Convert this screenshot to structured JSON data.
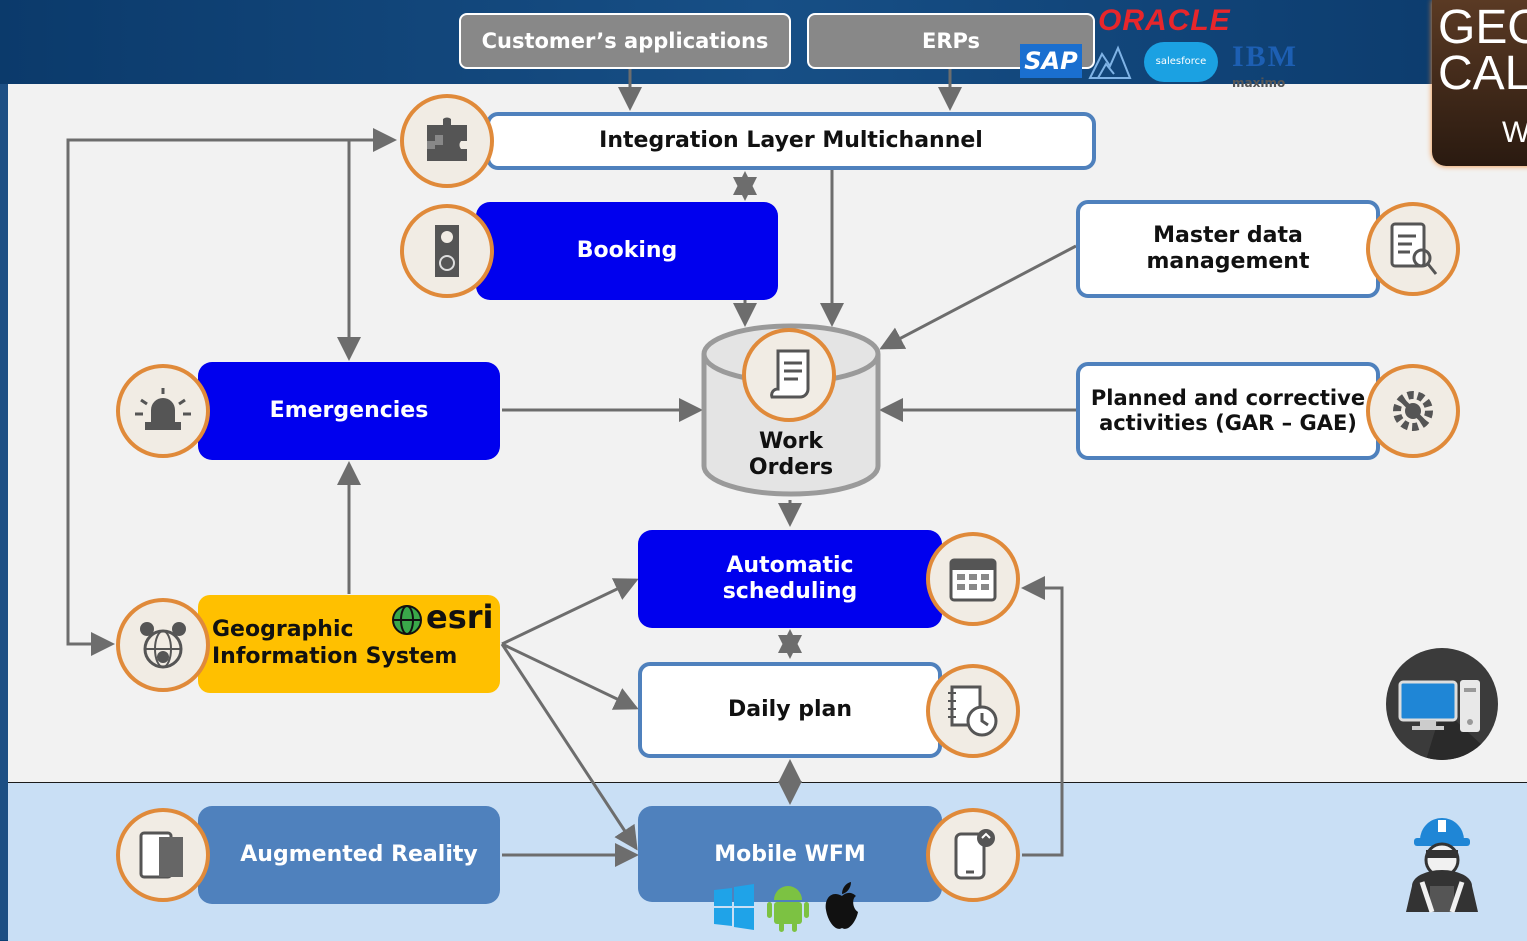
{
  "sources": {
    "customer_apps": "Customer’s applications",
    "erps": "ERPs"
  },
  "erp_logos": {
    "oracle": "ORACLE",
    "sap": "SAP",
    "salesforce": "salesforce",
    "ibm": "IBM",
    "ibm_sub": "maximo"
  },
  "corner_logo": {
    "line1": "GEO",
    "line2": "CAL",
    "line3": "W"
  },
  "nodes": {
    "integration": "Integration Layer Multichannel",
    "booking": "Booking",
    "master_data": "Master data management",
    "emergencies": "Emergencies",
    "work_orders": "Work Orders",
    "planned": "Planned and corrective activities (GAR – GAE)",
    "automatic_scheduling": "Automatic scheduling",
    "gis": "Geographic Information System",
    "esri": "esri",
    "daily_plan": "Daily plan",
    "augmented_reality": "Augmented Reality",
    "mobile_wfm": "Mobile WFM"
  },
  "colors": {
    "blue_box": "#0000ee",
    "steel_box": "#4f81bd",
    "gold_box": "#ffc000",
    "icon_ring": "#e08a3a",
    "arrow": "#6d6d6d"
  },
  "icons": [
    "puzzle-icon",
    "door-hanger-icon",
    "siren-icon",
    "document-search-icon",
    "scroll-icon",
    "gears-icon",
    "calendar-icon",
    "globe-pins-icon",
    "notebook-clock-icon",
    "tablet-icon",
    "phone-icon",
    "desktop-icon",
    "worker-icon",
    "windows-icon",
    "android-icon",
    "apple-icon"
  ]
}
